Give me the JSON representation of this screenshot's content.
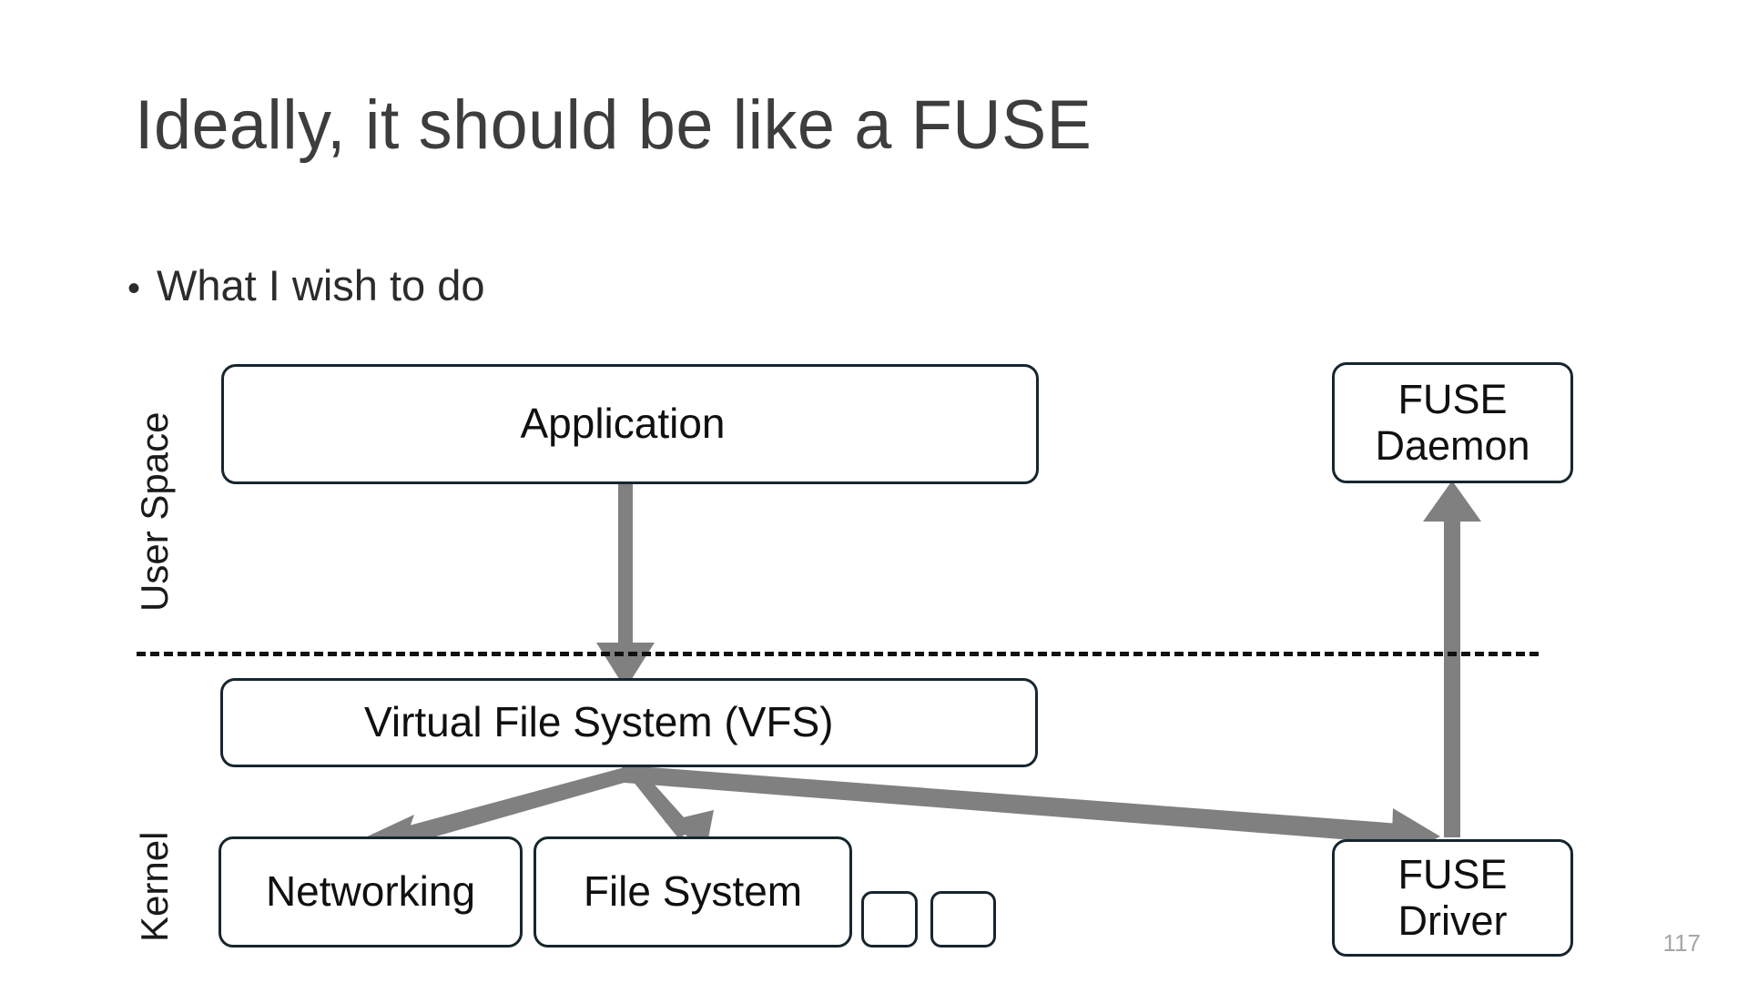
{
  "slide": {
    "title": "Ideally, it should be like a FUSE",
    "page_number": "117",
    "bullets": [
      {
        "marker": "•",
        "text": "What I wish to do"
      }
    ]
  },
  "colors": {
    "box_border": "#16262f",
    "box_fill": "#ffffff",
    "arrow": "#808080",
    "divider": "#111111",
    "title_text": "#3d3d3d",
    "body_text": "#2b2b2b",
    "page_number_text": "#a6a6a6"
  },
  "diagram": {
    "zones": [
      {
        "id": "user-space",
        "label": "User Space"
      },
      {
        "id": "kernel",
        "label": "Kernel"
      }
    ],
    "divider": {
      "style": "dashed",
      "label": ""
    },
    "nodes": [
      {
        "id": "application",
        "label": "Application",
        "zone": "user-space"
      },
      {
        "id": "fuse-daemon",
        "label": "FUSE\nDaemon",
        "zone": "user-space"
      },
      {
        "id": "vfs",
        "label": "Virtual File System (VFS)",
        "zone": "kernel"
      },
      {
        "id": "networking",
        "label": "Networking",
        "zone": "kernel"
      },
      {
        "id": "file-system",
        "label": "File System",
        "zone": "kernel"
      },
      {
        "id": "small-box-1",
        "label": "",
        "zone": "kernel"
      },
      {
        "id": "small-box-2",
        "label": "",
        "zone": "kernel"
      },
      {
        "id": "fuse-driver",
        "label": "FUSE\nDriver",
        "zone": "kernel"
      }
    ],
    "edges": [
      {
        "id": "application-to-vfs",
        "from": "application",
        "to": "vfs",
        "direction": "down"
      },
      {
        "id": "vfs-to-networking",
        "from": "vfs",
        "to": "networking",
        "direction": "down-left"
      },
      {
        "id": "vfs-to-file-system",
        "from": "vfs",
        "to": "file-system",
        "direction": "down-right"
      },
      {
        "id": "vfs-to-fuse-driver",
        "from": "vfs",
        "to": "fuse-driver",
        "direction": "right"
      },
      {
        "id": "fuse-driver-to-daemon",
        "from": "fuse-driver",
        "to": "fuse-daemon",
        "direction": "up"
      }
    ]
  }
}
